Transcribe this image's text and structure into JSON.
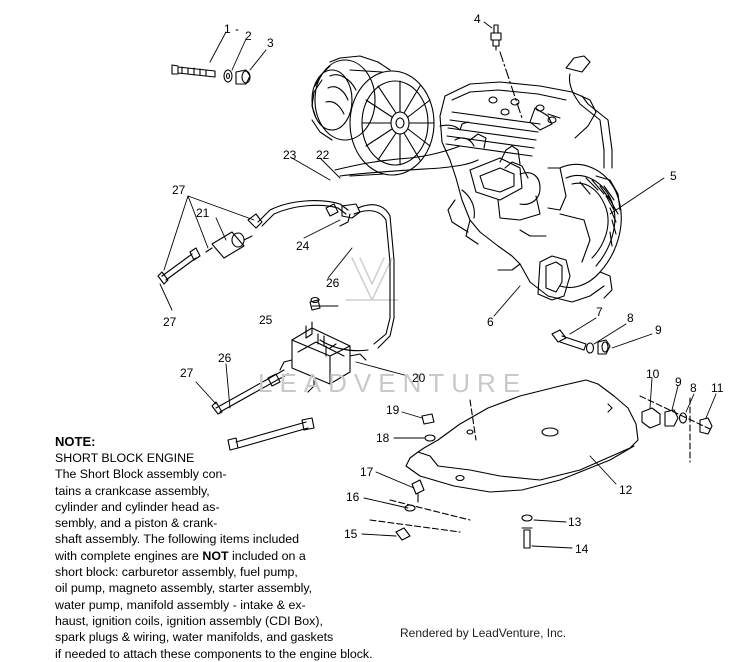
{
  "diagram": {
    "callouts": [
      {
        "id": "c1",
        "label": "1"
      },
      {
        "id": "c2",
        "label": "2"
      },
      {
        "id": "c3",
        "label": "3"
      },
      {
        "id": "c4",
        "label": "4"
      },
      {
        "id": "c5",
        "label": "5"
      },
      {
        "id": "c6",
        "label": "6"
      },
      {
        "id": "c7",
        "label": "7"
      },
      {
        "id": "c8a",
        "label": "8"
      },
      {
        "id": "c8b",
        "label": "8"
      },
      {
        "id": "c9a",
        "label": "9"
      },
      {
        "id": "c9b",
        "label": "9"
      },
      {
        "id": "c10",
        "label": "10"
      },
      {
        "id": "c11",
        "label": "11"
      },
      {
        "id": "c12",
        "label": "12"
      },
      {
        "id": "c13",
        "label": "13"
      },
      {
        "id": "c14",
        "label": "14"
      },
      {
        "id": "c15",
        "label": "15"
      },
      {
        "id": "c16",
        "label": "16"
      },
      {
        "id": "c17",
        "label": "17"
      },
      {
        "id": "c18",
        "label": "18"
      },
      {
        "id": "c19",
        "label": "19"
      },
      {
        "id": "c20",
        "label": "20"
      },
      {
        "id": "c21",
        "label": "21"
      },
      {
        "id": "c22",
        "label": "22"
      },
      {
        "id": "c23",
        "label": "23"
      },
      {
        "id": "c24",
        "label": "24"
      },
      {
        "id": "c25",
        "label": "25"
      },
      {
        "id": "c26a",
        "label": "26"
      },
      {
        "id": "c26b",
        "label": "26"
      },
      {
        "id": "c27a",
        "label": "27"
      },
      {
        "id": "c27b",
        "label": "27"
      },
      {
        "id": "c27c",
        "label": "27"
      }
    ]
  },
  "note": {
    "title": "NOTE:",
    "lines": [
      {
        "pre": "SHORT BLOCK ENGINE",
        "bold": "",
        "post": ""
      },
      {
        "pre": "The Short Block assembly con-",
        "bold": "",
        "post": ""
      },
      {
        "pre": "tains a crankcase assembly,",
        "bold": "",
        "post": ""
      },
      {
        "pre": "cylinder and cylinder head as-",
        "bold": "",
        "post": ""
      },
      {
        "pre": "sembly, and a piston & crank-",
        "bold": "",
        "post": ""
      },
      {
        "pre": "shaft assembly.  The following items included",
        "bold": "",
        "post": ""
      },
      {
        "pre": "with complete engines are ",
        "bold": "NOT",
        "post": " included on a"
      },
      {
        "pre": "short block:  carburetor assembly, fuel pump,",
        "bold": "",
        "post": ""
      },
      {
        "pre": "oil pump, magneto assembly, starter assembly,",
        "bold": "",
        "post": ""
      },
      {
        "pre": "water pump, manifold assembly - intake & ex-",
        "bold": "",
        "post": ""
      },
      {
        "pre": "haust, ignition coils, ignition assembly (CDI Box),",
        "bold": "",
        "post": ""
      },
      {
        "pre": "spark plugs & wiring, water manifolds, and gaskets",
        "bold": "",
        "post": ""
      },
      {
        "pre": "if needed to attach these components to the engine block.",
        "bold": "",
        "post": ""
      }
    ]
  },
  "credit": "Rendered by LeadVenture, Inc.",
  "watermark": "LEADVENTURE",
  "colors": {
    "ink": "#000000",
    "watermark": "#c9c9c9",
    "background": "#ffffff"
  }
}
